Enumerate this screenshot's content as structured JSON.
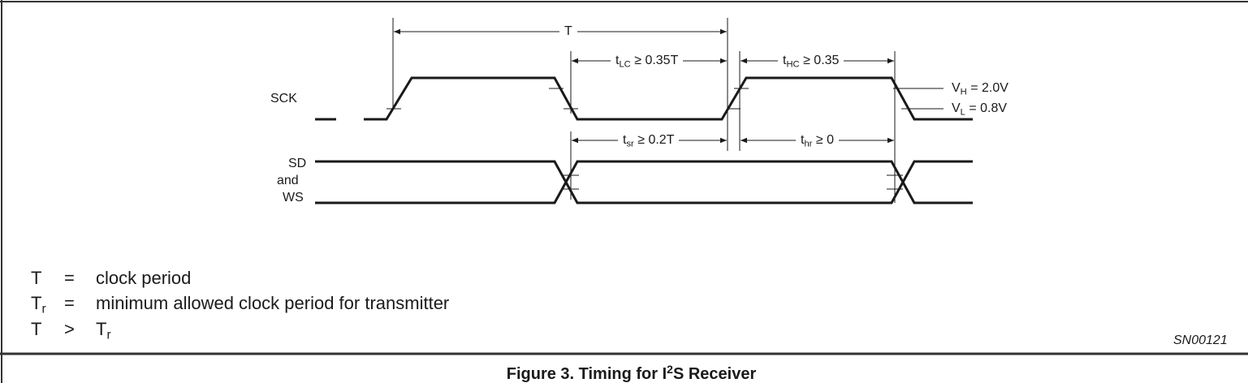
{
  "figure": {
    "caption_prefix": "Figure 3.  Timing for I",
    "caption_sup": "2",
    "caption_suffix": "S Receiver",
    "id_code": "SN00121"
  },
  "signals": {
    "sck": "SCK",
    "sd_line1": "SD",
    "sd_line2": "and",
    "sd_line3": "WS"
  },
  "dimensions": {
    "period": "T",
    "tlc_main": "t",
    "tlc_sub": "LC",
    "tlc_rest": " ≥ 0.35T",
    "thc_main": "t",
    "thc_sub": "HC",
    "thc_rest": " ≥ 0.35",
    "tsr_main": "t",
    "tsr_sub": "sr",
    "tsr_rest": " ≥ 0.2T",
    "thr_main": "t",
    "thr_sub": "hr",
    "thr_rest": " ≥ 0",
    "vh_main": "V",
    "vh_sub": "H",
    "vh_rest": " = 2.0V",
    "vl_main": "V",
    "vl_sub": "L",
    "vl_rest": " = 0.8V"
  },
  "legend": [
    {
      "sym": "T",
      "sym_sub": "",
      "op": "=",
      "desc": "clock period"
    },
    {
      "sym": "T",
      "sym_sub": "r",
      "op": "=",
      "desc": "minimum allowed clock period for transmitter"
    },
    {
      "sym": "T",
      "sym_sub": "",
      "op": ">",
      "desc": "T",
      "desc_sub": "r"
    }
  ]
}
